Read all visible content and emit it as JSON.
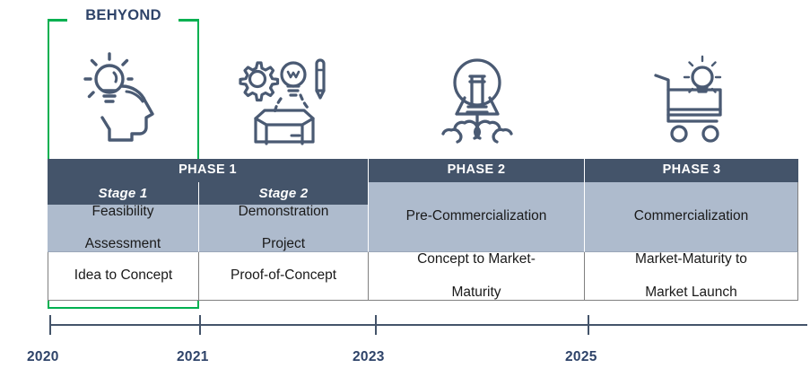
{
  "annotation": {
    "bracket_label": "BEHYOND",
    "bracket_color": "#00B050",
    "label_color": "#2E4369"
  },
  "theme": {
    "dark_header": "#44546A",
    "light_row": "#AEBBCD",
    "white_row": "#FFFFFF",
    "icon_stroke": "#4A5A73",
    "timeline_color": "#44546A"
  },
  "icons": [
    {
      "name": "head-lightbulb-icon",
      "label": "idea"
    },
    {
      "name": "gear-lightbulb-pencil-box-icon",
      "label": "demonstration"
    },
    {
      "name": "lightbulb-rocket-launch-icon",
      "label": "pre-commercialization"
    },
    {
      "name": "shopping-cart-lightbulb-icon",
      "label": "commercialization"
    }
  ],
  "matrix": {
    "phases": [
      {
        "label": "PHASE 1"
      },
      {
        "label": "PHASE 2"
      },
      {
        "label": "PHASE 3"
      }
    ],
    "stages": [
      {
        "label": "Stage 1"
      },
      {
        "label": "Stage 2"
      }
    ],
    "names": [
      {
        "line1": "Feasibility",
        "line2": "Assessment"
      },
      {
        "line1": "Demonstration",
        "line2": "Project"
      },
      {
        "line1": "Pre-Commercialization",
        "line2": ""
      },
      {
        "line1": "Commercialization",
        "line2": ""
      }
    ],
    "descriptions": [
      {
        "line1": "Idea to Concept",
        "line2": ""
      },
      {
        "line1": "Proof-of-Concept",
        "line2": ""
      },
      {
        "line1": "Concept to Market-",
        "line2": "Maturity"
      },
      {
        "line1": "Market-Maturity to",
        "line2": "Market Launch"
      }
    ]
  },
  "timeline": {
    "years": [
      "2020",
      "2021",
      "2023",
      "2025"
    ]
  },
  "chart_data": {
    "type": "table",
    "title": "BEHYOND",
    "columns": [
      "Stage 1",
      "Stage 2",
      "Pre-Commercialization",
      "Commercialization"
    ],
    "groups": [
      "PHASE 1",
      "PHASE 1",
      "PHASE 2",
      "PHASE 3"
    ],
    "rows": [
      [
        "Feasibility Assessment",
        "Demonstration Project",
        "Pre-Commercialization",
        "Commercialization"
      ],
      [
        "Idea to Concept",
        "Proof-of-Concept",
        "Concept to Market-Maturity",
        "Market-Maturity to Market Launch"
      ]
    ],
    "x": [
      "2020",
      "2021",
      "2023",
      "2025"
    ],
    "xlabel": "",
    "ylabel": "",
    "grid": false
  }
}
